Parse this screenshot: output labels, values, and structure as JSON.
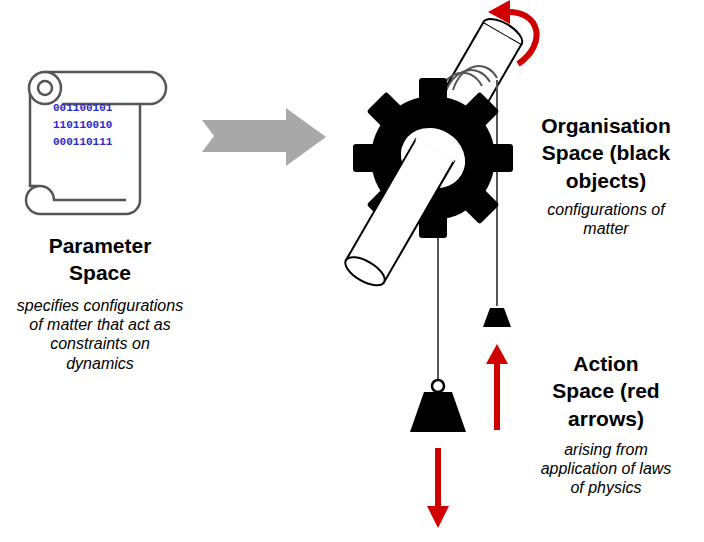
{
  "diagram": {
    "labels": [
      "001100101",
      "110110010",
      "000110111",
      "Parameter Space",
      "specifies configurations of matter that act as constraints on dynamics",
      "Organisation Space (black objects)",
      "configurations of matter",
      "Action Space (red arrows)",
      "arising from application of laws of physics"
    ]
  }
}
